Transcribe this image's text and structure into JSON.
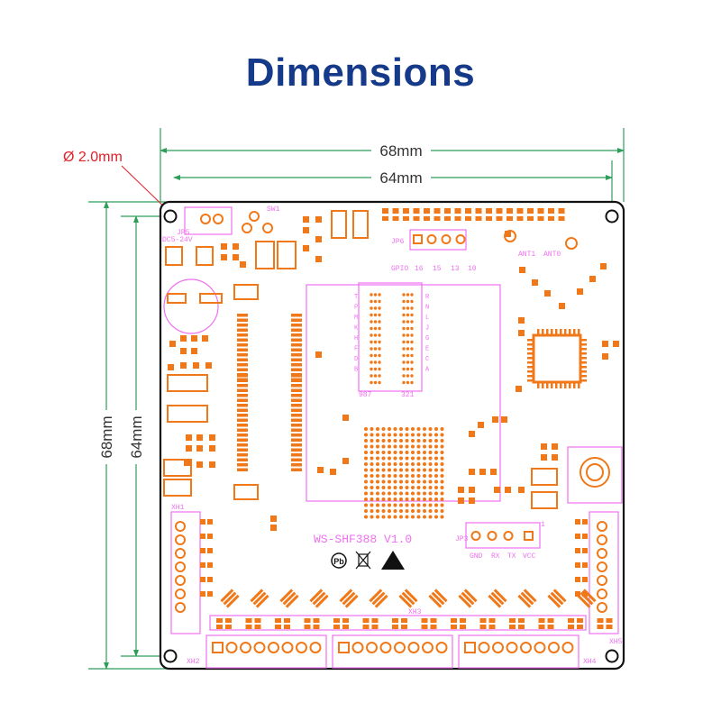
{
  "title": "Dimensions",
  "dimensions": {
    "width_outer": "68mm",
    "width_inner": "64mm",
    "height_outer": "68mm",
    "height_inner": "64mm",
    "hole_diameter": "Ø 2.0mm"
  },
  "board": {
    "model": "WS-SHF388  V1.0",
    "power_jack": "JP5",
    "power_range": "DC5-24V",
    "switch": "SW1",
    "gpio_header": "JP6",
    "gpio_label": "GPIO",
    "gpio_pins": [
      "16",
      "15",
      "13",
      "10"
    ],
    "antennas": [
      "ANT1",
      "ANT0"
    ],
    "bga_rows_left": [
      "T",
      "P",
      "M",
      "K",
      "H",
      "F",
      "D",
      "B"
    ],
    "bga_rows_right": [
      "R",
      "N",
      "L",
      "J",
      "G",
      "E",
      "C",
      "A"
    ],
    "bga_cols_left": "987",
    "bga_cols_right": "321",
    "uart_header": "JP3",
    "uart_pins": [
      "GND",
      "RX",
      "TX",
      "VCC"
    ],
    "uart_pin1": "1",
    "connectors": [
      "XH1",
      "XH2",
      "XH3",
      "XH4",
      "XH5"
    ]
  },
  "colors": {
    "title": "#163a8a",
    "dimension_lines": "#2e9e5a",
    "hole_callout": "#e0202a",
    "silkscreen": "#f070f0",
    "pads": "#f07818",
    "outline": "#111111"
  }
}
